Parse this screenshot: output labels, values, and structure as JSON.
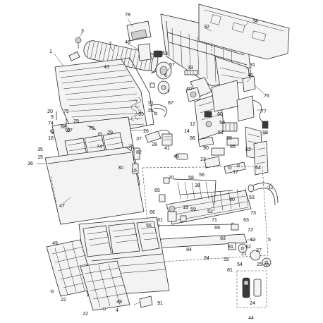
{
  "labels": [
    "1",
    "2",
    "3",
    "4",
    "5",
    "6",
    "7",
    "8",
    "9",
    "10",
    "11",
    "12",
    "13",
    "14",
    "15",
    "16",
    "17",
    "18",
    "19",
    "20",
    "21",
    "22",
    "23",
    "24",
    "25",
    "26",
    "27",
    "28",
    "29",
    "30",
    "31",
    "32",
    "33",
    "34",
    "35",
    "36",
    "37",
    "38",
    "39",
    "40",
    "41",
    "42",
    "43",
    "44",
    "45",
    "46",
    "47",
    "48",
    "49",
    "50",
    "51",
    "52",
    "53",
    "54",
    "55",
    "56",
    "57",
    "58",
    "59",
    "60",
    "61",
    "62",
    "63",
    "64",
    "65",
    "66",
    "67",
    "68",
    "69",
    "70",
    "71",
    "72",
    "73",
    "74",
    "75",
    "76",
    "77",
    "78",
    "79",
    "80",
    "81",
    "82",
    "83",
    "84",
    "85",
    "86",
    "87",
    "88",
    "89",
    "90",
    "91"
  ],
  "extra_labels": {
    "l22b": "22",
    "l49b": "49",
    "l55b": "55",
    "l75b": "75",
    "l74b": "74",
    "l84b": "84",
    "l82b": "82"
  }
}
